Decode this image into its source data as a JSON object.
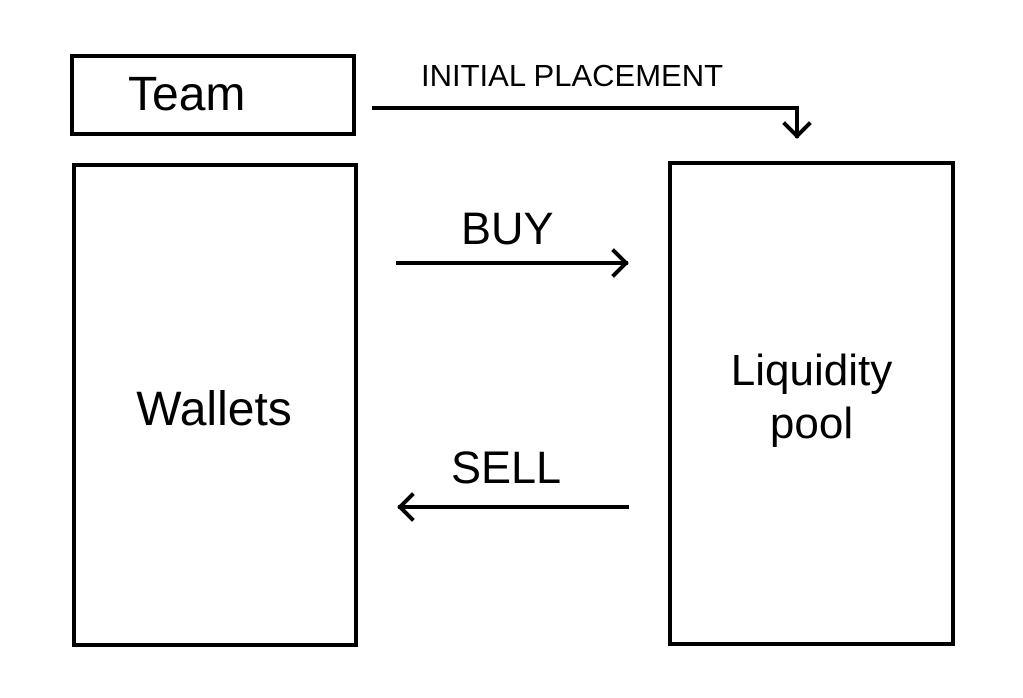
{
  "nodes": {
    "team": "Team",
    "wallets": "Wallets",
    "pool": "Liquidity\npool"
  },
  "edges": {
    "initial_placement": "INITIAL PLACEMENT",
    "buy": "BUY",
    "sell": "SELL"
  }
}
